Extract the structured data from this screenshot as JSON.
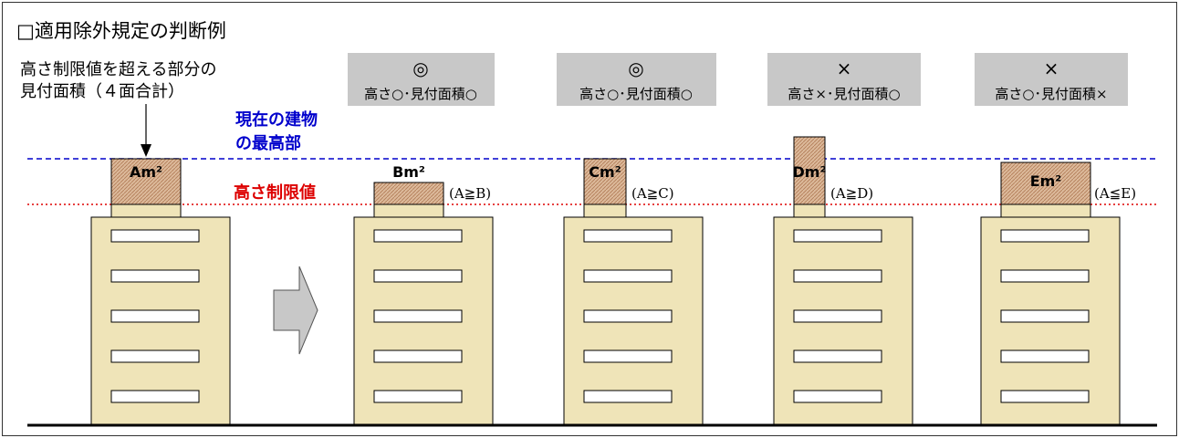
{
  "title": "□適用除外規定の判断例",
  "annotation": {
    "line1": "高さ制限値を超える部分の",
    "line2": "見付面積（４面合計）"
  },
  "labels": {
    "current_top_line1": "現在の建物",
    "current_top_line2": "の最高部",
    "height_limit": "高さ制限値"
  },
  "colors": {
    "current_top_line": "#0000cc",
    "height_limit_line": "#dd0000",
    "building_fill": "#efe4b8",
    "hatch_fill": "#dcb99a",
    "result_box": "#c8c8c8",
    "arrow_fill": "#c8c8c8"
  },
  "base_building": {
    "area_label": "Am²"
  },
  "cases": [
    {
      "symbol": "◎",
      "detail": "高さ○･見付面積○",
      "area_label": "Bm²",
      "relation": "(A≧B)"
    },
    {
      "symbol": "◎",
      "detail": "高さ○･見付面積○",
      "area_label": "Cm²",
      "relation": "(A≧C)"
    },
    {
      "symbol": "×",
      "detail": "高さ×･見付面積○",
      "area_label": "Dm²",
      "relation": "(A≧D)"
    },
    {
      "symbol": "×",
      "detail": "高さ○･見付面積×",
      "area_label": "Em²",
      "relation": "(A≦E)"
    }
  ]
}
